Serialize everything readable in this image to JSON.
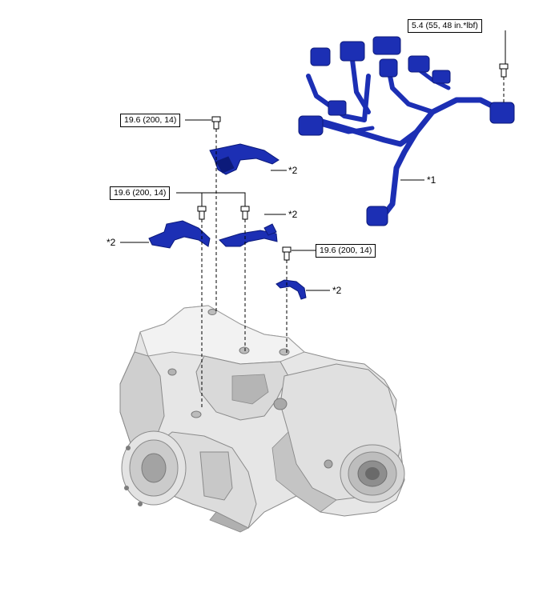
{
  "torque_specs": {
    "harness_bolt": "5.4 (55, 48 in.*lbf)",
    "upper_bracket_bolt": "19.6 (200, 14)",
    "middle_bracket_bolts": "19.6 (200, 14)",
    "lower_bracket_bolt": "19.6 (200, 14)"
  },
  "callouts": {
    "wire_harness": "*1",
    "bracket_upper": "*2",
    "bracket_middle_right": "*2",
    "bracket_middle_left": "*2",
    "bracket_lower": "*2"
  },
  "colors": {
    "part_highlight": "#1c2fb4",
    "part_highlight_dark": "#0c1a7a",
    "housing_light": "#e6e6e6",
    "housing_shadow": "#9a9a9a",
    "line": "#000000"
  }
}
